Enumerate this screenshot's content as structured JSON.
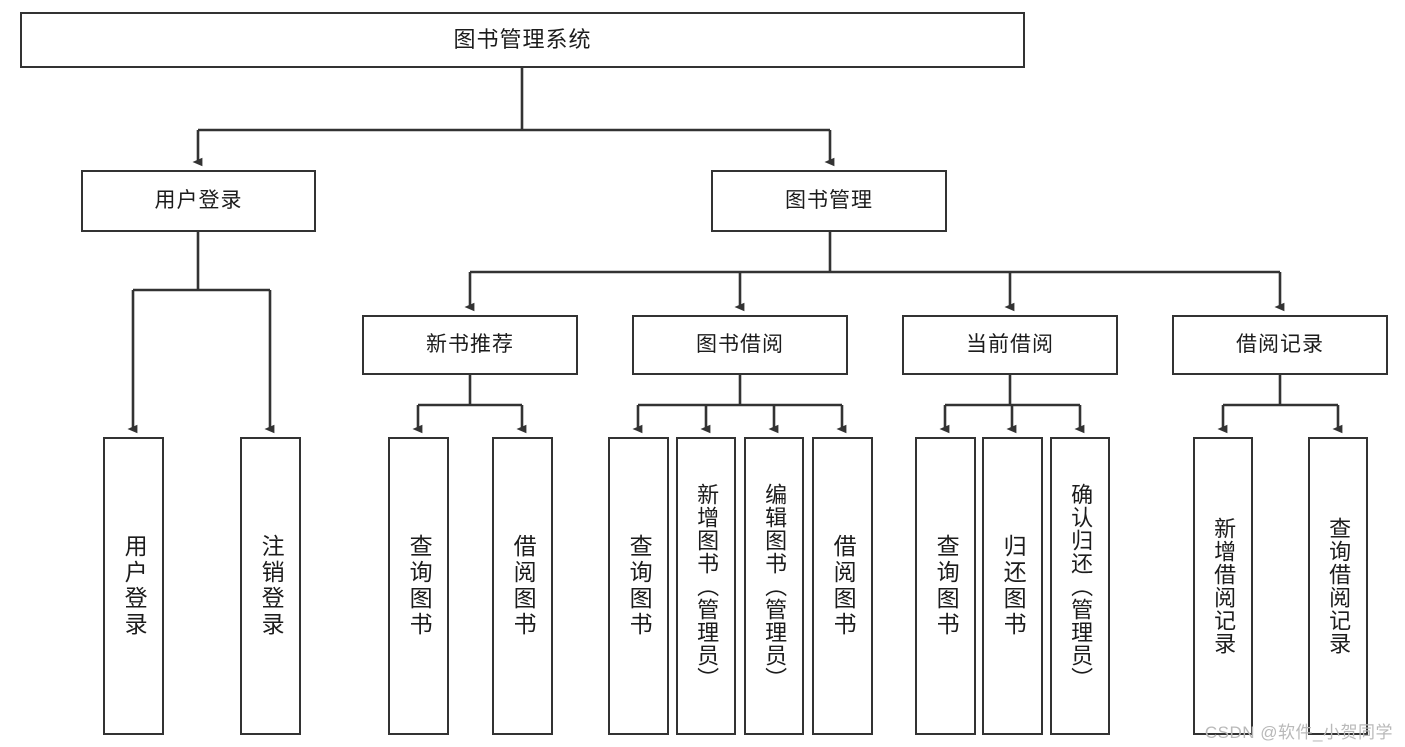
{
  "diagram": {
    "type": "tree-hierarchy",
    "root": {
      "id": "root",
      "label": "图书管理系统"
    },
    "level2": [
      {
        "id": "user-login",
        "label": "用户登录"
      },
      {
        "id": "book-mgmt",
        "label": "图书管理"
      }
    ],
    "level3": [
      {
        "id": "new-recommend",
        "label": "新书推荐"
      },
      {
        "id": "book-borrow",
        "label": "图书借阅"
      },
      {
        "id": "current-borrow",
        "label": "当前借阅"
      },
      {
        "id": "borrow-records",
        "label": "借阅记录"
      }
    ],
    "leaves": {
      "user_login": [
        {
          "id": "leaf-user-login",
          "label": "用户登录"
        },
        {
          "id": "leaf-logout",
          "label": "注销登录"
        }
      ],
      "new_recommend": [
        {
          "id": "leaf-query-book-1",
          "label": "查询图书"
        },
        {
          "id": "leaf-borrow-book-1",
          "label": "借阅图书"
        }
      ],
      "book_borrow": [
        {
          "id": "leaf-query-book-2",
          "label": "查询图书"
        },
        {
          "id": "leaf-add-book",
          "label": "新增图书（管理员）"
        },
        {
          "id": "leaf-edit-book",
          "label": "编辑图书（管理员）"
        },
        {
          "id": "leaf-borrow-book-2",
          "label": "借阅图书"
        }
      ],
      "current_borrow": [
        {
          "id": "leaf-query-book-3",
          "label": "查询图书"
        },
        {
          "id": "leaf-return-book",
          "label": "归还图书"
        },
        {
          "id": "leaf-confirm-return",
          "label": "确认归还（管理员）"
        }
      ],
      "borrow_records": [
        {
          "id": "leaf-add-record",
          "label": "新增借阅记录"
        },
        {
          "id": "leaf-query-record",
          "label": "查询借阅记录"
        }
      ]
    }
  },
  "watermark": {
    "text": "CSDN @软件_小贺同学"
  },
  "colors": {
    "border": "#333333",
    "background": "#ffffff",
    "text": "#1c1c1c",
    "watermark": "#b9b9b9"
  }
}
